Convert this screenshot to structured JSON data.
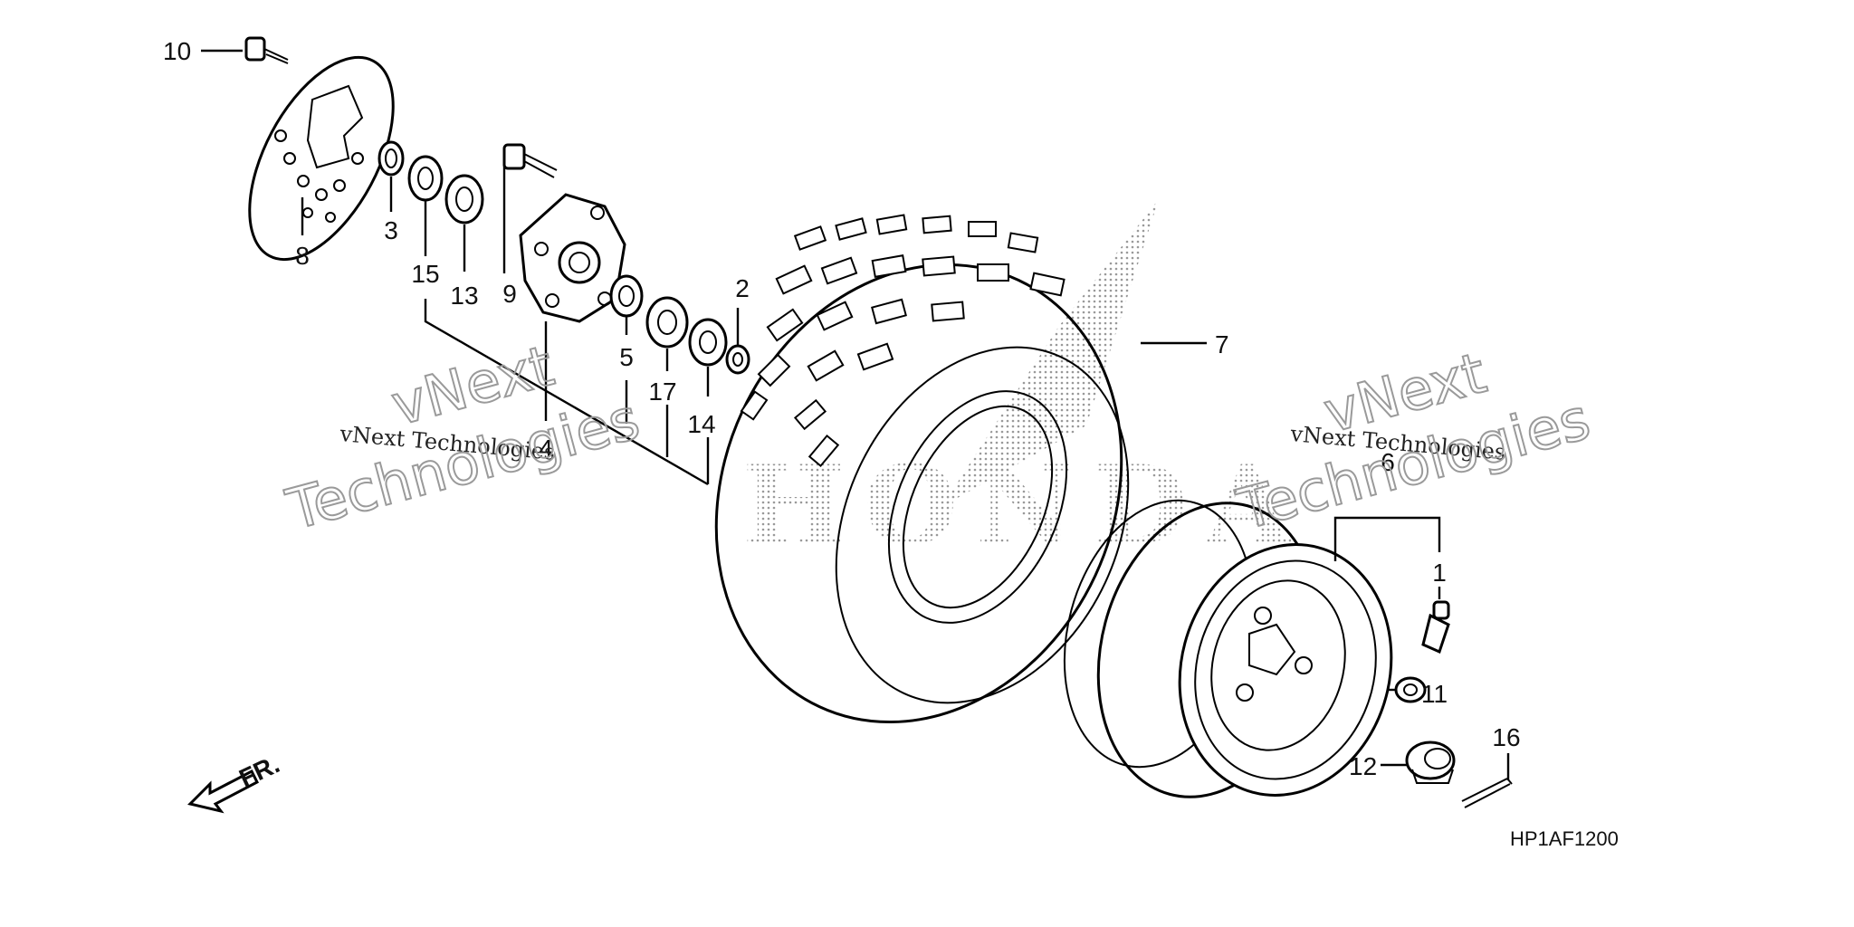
{
  "diagram_code": "HP1AF1200",
  "front_marker": "FR.",
  "watermarks": {
    "small": "vNext Technologies",
    "big_line1": "vNext",
    "big_line2": "Technologies"
  },
  "brand_mark": "HONDA",
  "callouts": [
    "1",
    "2",
    "3",
    "4",
    "5",
    "6",
    "7",
    "8",
    "9",
    "10",
    "11",
    "12",
    "13",
    "14",
    "15",
    "16",
    "17"
  ]
}
